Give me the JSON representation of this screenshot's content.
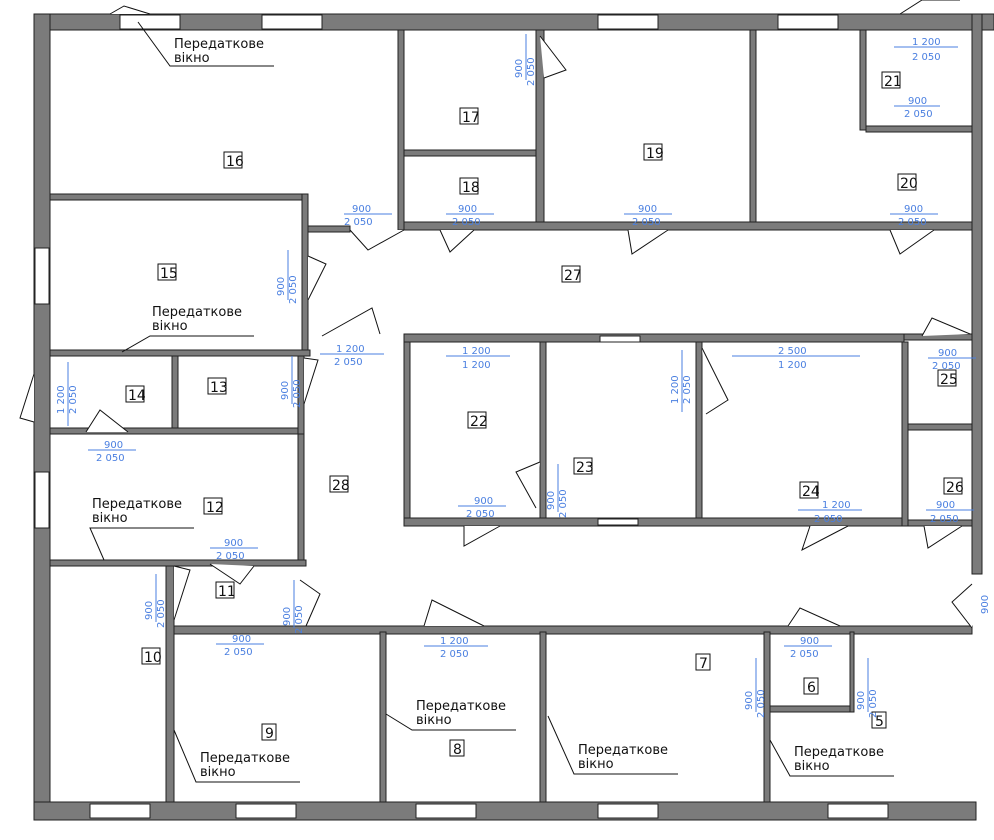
{
  "rooms": [
    "5",
    "6",
    "7",
    "8",
    "9",
    "10",
    "11",
    "12",
    "13",
    "14",
    "15",
    "16",
    "17",
    "18",
    "19",
    "20",
    "21",
    "22",
    "23",
    "24",
    "25",
    "26",
    "27",
    "28"
  ],
  "note_label_line1": "Передаткове",
  "note_label_line2": "вікно",
  "door_dims": {
    "d_900_2050": [
      "900",
      "2 050"
    ],
    "d_1200_2050": [
      "1 200",
      "2 050"
    ],
    "d_1200_1200": [
      "1 200",
      "1 200"
    ],
    "d_2500_1200": [
      "2 500",
      "1 200"
    ]
  },
  "colors": {
    "wall": "#7b7b7b",
    "dimension": "#4a7fe0",
    "line": "#111111"
  }
}
